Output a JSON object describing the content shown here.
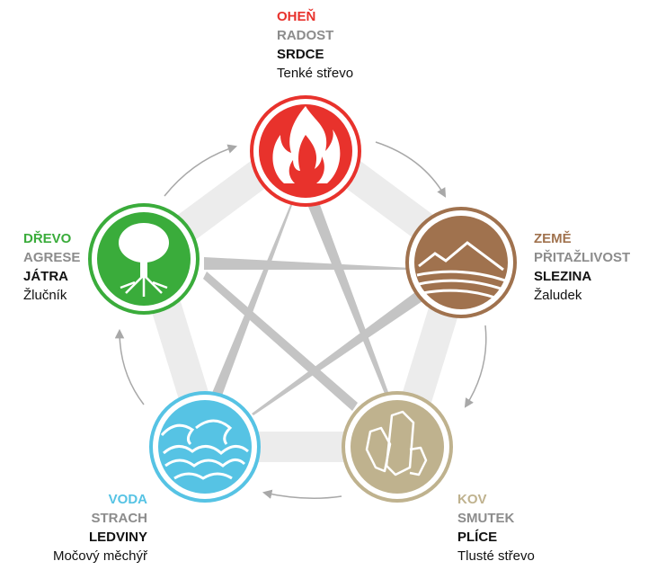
{
  "elements": [
    {
      "key": "fire",
      "name": "OHEŇ",
      "emotion": "RADOST",
      "organ": "SRDCE",
      "organ2": "Tenké střevo",
      "color": "#e8322c",
      "icon": "flame-icon"
    },
    {
      "key": "earth",
      "name": "ZEMĚ",
      "emotion": "PŘITAŽLIVOST",
      "organ": "SLEZINA",
      "organ2": "Žaludek",
      "color": "#a0724e",
      "icon": "mountains-icon"
    },
    {
      "key": "metal",
      "name": "KOV",
      "emotion": "SMUTEK",
      "organ": "PLÍCE",
      "organ2": "Tlusté střevo",
      "color": "#bfb28e",
      "icon": "crystal-icon"
    },
    {
      "key": "water",
      "name": "VODA",
      "emotion": "STRACH",
      "organ": "LEDVINY",
      "organ2": "Močový měchýř",
      "color": "#56c3e4",
      "icon": "wave-icon"
    },
    {
      "key": "wood",
      "name": "DŘEVO",
      "emotion": "AGRESE",
      "organ": "JÁTRA",
      "organ2": "Žlučník",
      "color": "#3aac3b",
      "icon": "tree-icon"
    }
  ],
  "colors": {
    "pentagon": "#ececec",
    "star": "#c4c4c4",
    "arrow": "#a8a8a8"
  }
}
